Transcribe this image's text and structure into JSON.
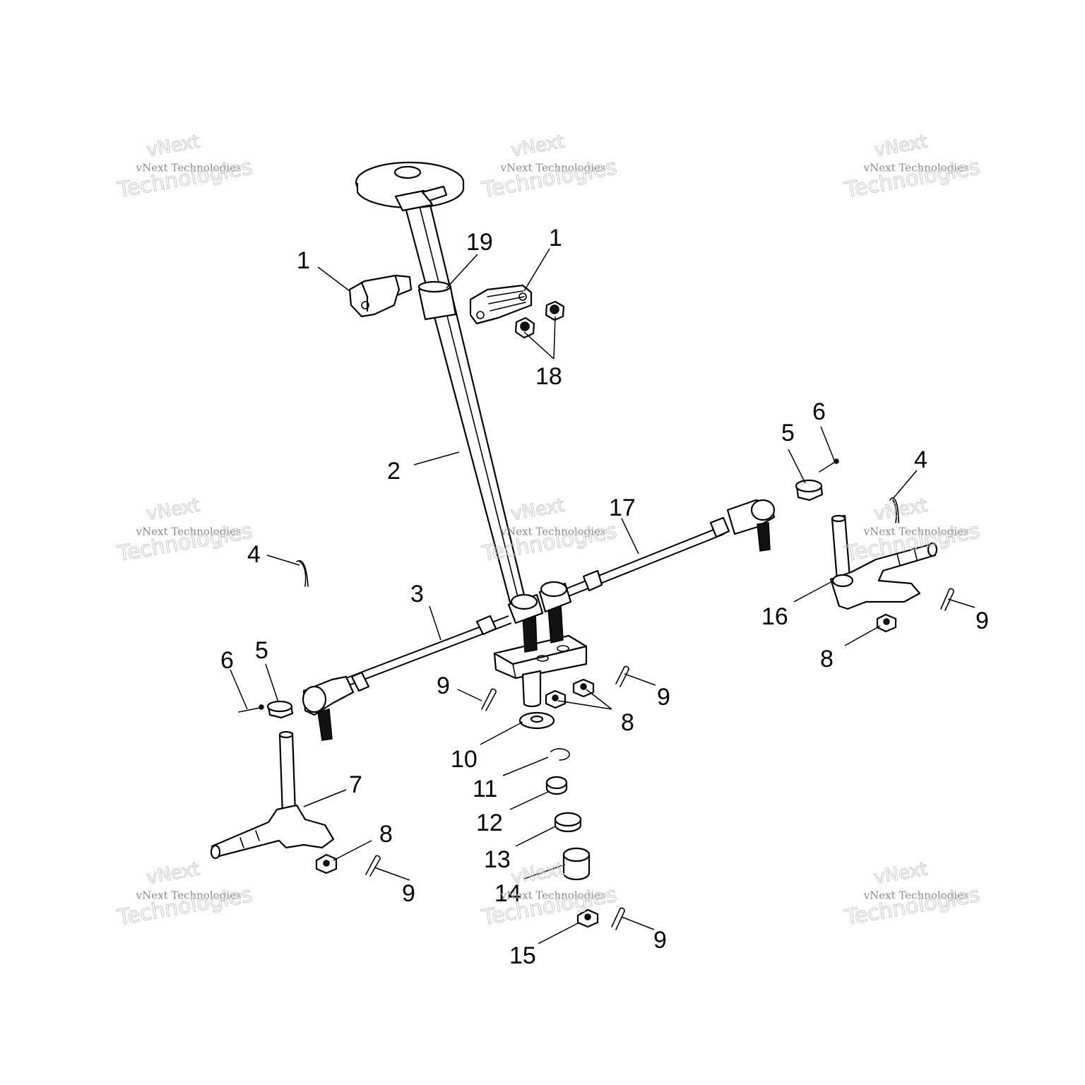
{
  "watermark": {
    "brand": "vNext",
    "full": "vNext Technologies",
    "word": "Technologies"
  },
  "callouts": {
    "c1a": "1",
    "c1b": "1",
    "c2": "2",
    "c3": "3",
    "c4a": "4",
    "c4b": "4",
    "c5a": "5",
    "c5b": "5",
    "c6a": "6",
    "c6b": "6",
    "c7": "7",
    "c8a": "8",
    "c8b": "8",
    "c8c": "8",
    "c9a": "9",
    "c9b": "9",
    "c9c": "9",
    "c9d": "9",
    "c9e": "9",
    "c10": "10",
    "c11": "11",
    "c12": "12",
    "c13": "13",
    "c14": "14",
    "c15": "15",
    "c16": "16",
    "c17": "17",
    "c18": "18",
    "c19": "19"
  }
}
